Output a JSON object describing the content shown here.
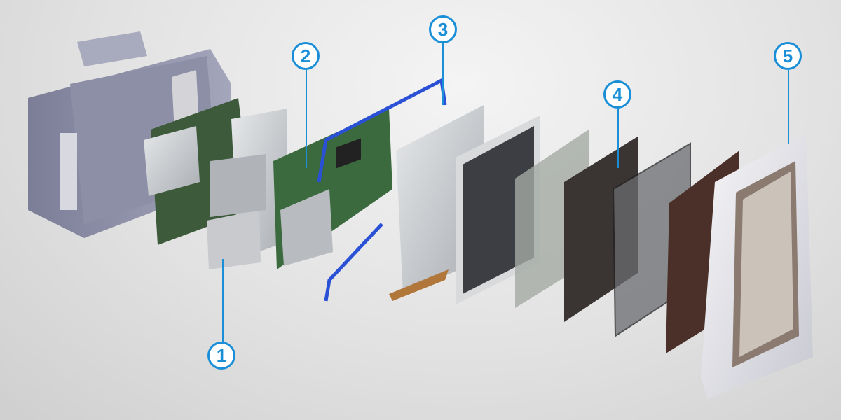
{
  "callouts": [
    {
      "label": "1"
    },
    {
      "label": "2"
    },
    {
      "label": "3"
    },
    {
      "label": "4"
    },
    {
      "label": "5"
    }
  ],
  "colors": {
    "accent": "#1a8fd8"
  }
}
